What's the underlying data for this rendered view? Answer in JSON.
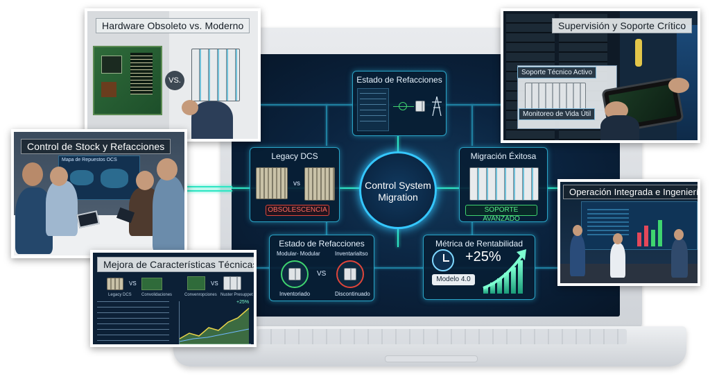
{
  "hub": {
    "line1": "Control System",
    "line2": "Migration"
  },
  "panels": {
    "estado_top": {
      "title": "Estado de Refacciones"
    },
    "legacy": {
      "title": "Legacy DCS",
      "vs": "vs",
      "badge": "OBSOLESCENCIA"
    },
    "migracion": {
      "title": "Migración Éxitosa",
      "badge": "SOPORTE AVANZADO"
    },
    "estado_bottom": {
      "title": "Estado de Refacciones",
      "left_top": "Modular- Modular",
      "right_top": "Inventarialtso",
      "vs": "VS",
      "left_bottom": "Inventoriado",
      "right_bottom": "Discontinuado"
    },
    "metrica": {
      "title": "Métrica de Rentabilidad",
      "value": "+25%",
      "tag": "Modelo 4.0"
    }
  },
  "cards": {
    "hardware": {
      "title": "Hardware Obsoleto vs. Moderno",
      "vs": "VS."
    },
    "stock": {
      "title": "Control de Stock y Refacciones",
      "map_label": "Mapa de Repuestos OCS"
    },
    "mejora": {
      "title": "Mejora de Características Técnicas",
      "left_label": "Legacy DCS",
      "left_label2": "Convolidaciones",
      "vs1": "VS",
      "vs2": "VS",
      "right_label": "Convenropciones",
      "right_label2": "Nuster Presuppet",
      "chart_tag": "+25%"
    },
    "supervision": {
      "title": "Supervisión y Soporte Crítico",
      "overlay1": "Soporte Técnico Activo",
      "overlay2": "Monitoreo de Vida Útil"
    },
    "operacion": {
      "title": "Operación Integrada e Ingeniería"
    }
  },
  "colors": {
    "accent": "#2ee6c4",
    "panel_border": "#2aa6c9",
    "warning": "#e0453a",
    "success": "#3fd46f"
  }
}
